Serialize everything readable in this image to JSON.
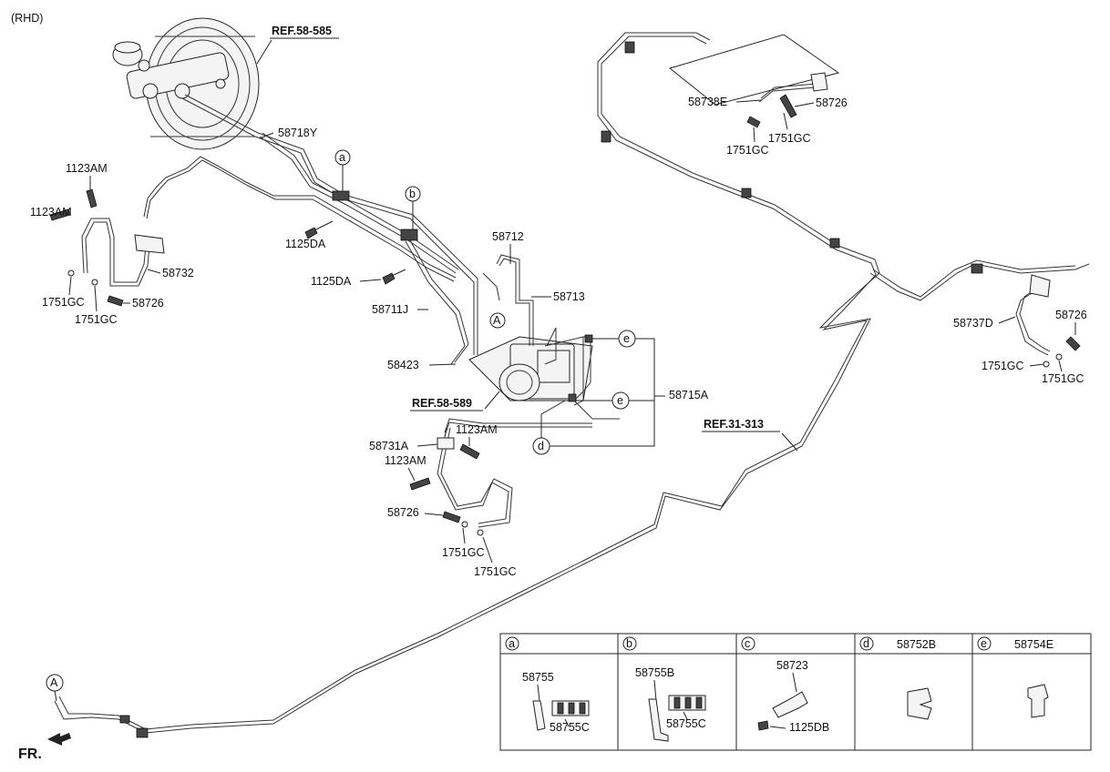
{
  "header": {
    "variant": "(RHD)"
  },
  "refs": {
    "booster": "REF.58-585",
    "abs": "REF.58-589",
    "rear_line": "REF.31-313"
  },
  "callouts": {
    "a": "a",
    "b": "b",
    "c": "c",
    "d": "d",
    "e": "e",
    "A": "A"
  },
  "labels": {
    "p58718Y": "58718Y",
    "p1123AM_1": "1123AM",
    "p1123AM_2": "1123AM",
    "p58732": "58732",
    "p1751GC_1": "1751GC",
    "p1751GC_2": "1751GC",
    "p58726_1": "58726",
    "p1125DA_1": "1125DA",
    "p1125DA_2": "1125DA",
    "p58711J": "58711J",
    "p58712": "58712",
    "p58713": "58713",
    "p58423": "58423",
    "p58715A": "58715A",
    "p58731A": "58731A",
    "p1123AM_3": "1123AM",
    "p1123AM_4": "1123AM",
    "p58726_2": "58726",
    "p1751GC_3": "1751GC",
    "p1751GC_4": "1751GC",
    "p58738E": "58738E",
    "p58726_3": "58726",
    "p1751GC_5": "1751GC",
    "p1751GC_6": "1751GC",
    "p58737D": "58737D",
    "p58726_4": "58726",
    "p1751GC_7": "1751GC",
    "p1751GC_8": "1751GC"
  },
  "legend": {
    "cells": [
      {
        "key": "a",
        "header_part": "",
        "parts": [
          "58755",
          "58755C"
        ]
      },
      {
        "key": "b",
        "header_part": "",
        "parts": [
          "58755B",
          "58755C"
        ]
      },
      {
        "key": "c",
        "header_part": "",
        "parts": [
          "58723",
          "1125DB"
        ]
      },
      {
        "key": "d",
        "header_part": "58752B",
        "parts": []
      },
      {
        "key": "e",
        "header_part": "58754E",
        "parts": []
      }
    ]
  },
  "footer": {
    "direction": "FR."
  }
}
